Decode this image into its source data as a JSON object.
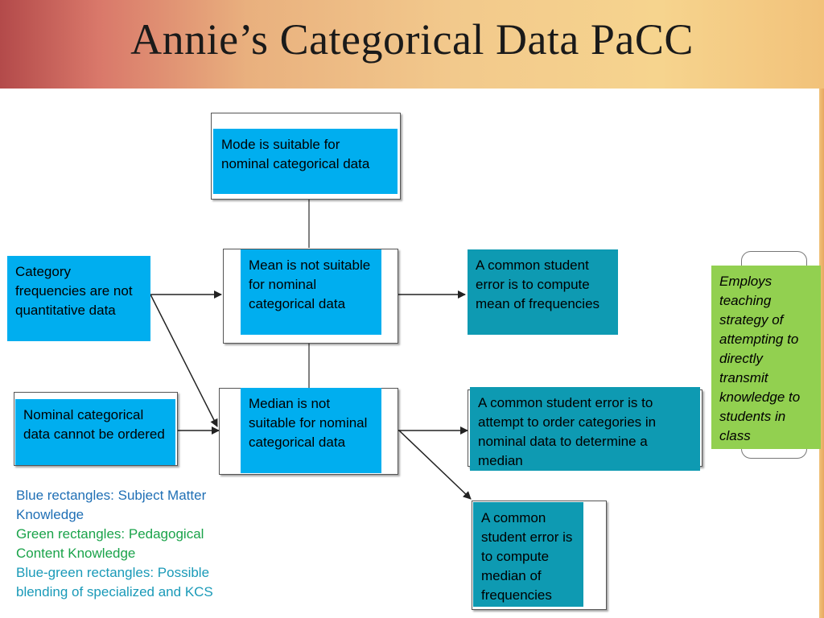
{
  "title": "Annie’s Categorical Data PaCC",
  "boxes": {
    "mode": "Mode is suitable for nominal categorical data",
    "category_freq": "Category frequencies are not quantitative data",
    "mean": "Mean is not suitable for nominal categorical data",
    "error_mean": "A common student error is to compute mean of frequencies",
    "nominal_unordered": "Nominal categorical data cannot be ordered",
    "median": "Median is not suitable for nominal categorical data",
    "error_order": "A common student error is to attempt to order categories in nominal data to determine a median",
    "error_median": "A common student error is to compute median of frequencies",
    "strategy": "Employs teaching strategy of attempting to directly transmit knowledge to students in class"
  },
  "legend": {
    "line1": "Blue rectangles: Subject Matter Knowledge",
    "line2": "Green rectangles: Pedagogical Content Knowledge",
    "line3": "Blue-green rectangles: Possible blending of specialized and KCS"
  },
  "colors": {
    "subject_matter_knowledge": "#00aeef",
    "pedagogical_content_knowledge": "#92d050",
    "blended": "#0e9ab2"
  }
}
